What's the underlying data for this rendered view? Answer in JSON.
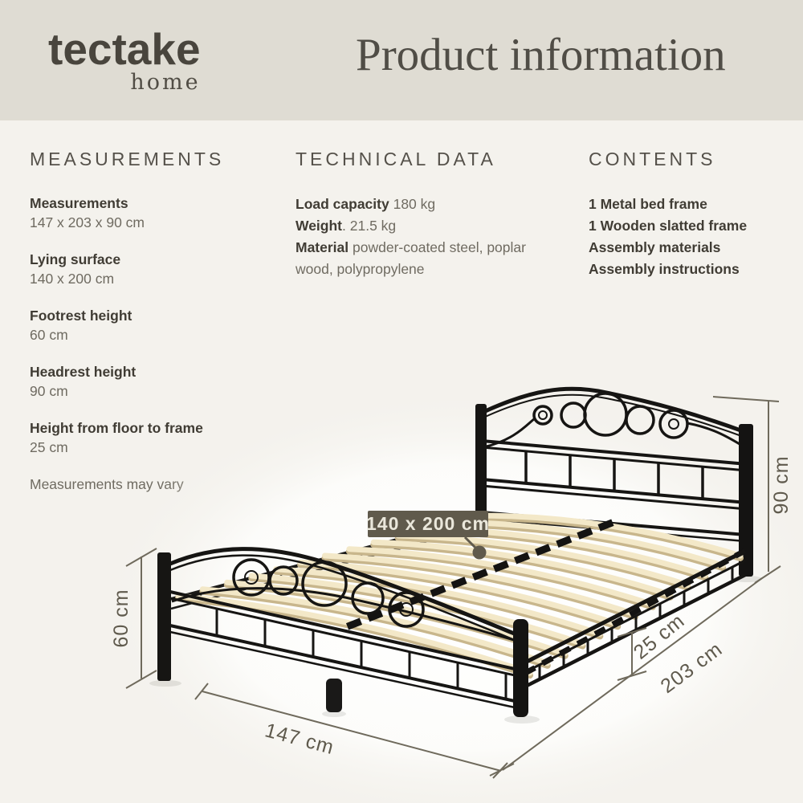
{
  "header": {
    "brand": "tectake",
    "brand_sub": "home",
    "title": "Product information"
  },
  "columns": {
    "measurements": {
      "heading": "MEASUREMENTS",
      "items": [
        {
          "label": "Measurements",
          "value": "147 x 203 x 90 cm"
        },
        {
          "label": "Lying surface",
          "value": "140 x 200 cm"
        },
        {
          "label": "Footrest height",
          "value": "60 cm"
        },
        {
          "label": "Headrest height",
          "value": "90 cm"
        },
        {
          "label": "Height from floor to frame",
          "value": "25 cm"
        }
      ],
      "note": "Measurements may vary"
    },
    "technical": {
      "heading": "TECHNICAL DATA",
      "items": [
        {
          "label": "Load capacity",
          "value": " 180 kg"
        },
        {
          "label": "Weight",
          "value": ". 21.5 kg"
        },
        {
          "label": "Material",
          "value": " powder-coated steel, poplar wood, polypropylene"
        }
      ]
    },
    "contents": {
      "heading": "CONTENTS",
      "items": [
        "1 Metal bed frame",
        "1 Wooden slatted frame",
        "Assembly materials",
        "Assembly instructions"
      ]
    }
  },
  "diagram": {
    "badge": "140 x 200 cm",
    "dimensions": {
      "headrest_height": "90 cm",
      "footrest_height": "60 cm",
      "frame_height": "25 cm",
      "length": "203 cm",
      "width": "147 cm"
    }
  },
  "colors": {
    "header_bg": "#dfdcd3",
    "page_bg": "#f4f2ed",
    "text_dark": "#403c34",
    "text_muted": "#6f6b61",
    "badge_bg": "#605a4c",
    "dimension_line": "#6f6a5c",
    "slat_wood": "#f3e8c8",
    "frame_black": "#161513"
  }
}
